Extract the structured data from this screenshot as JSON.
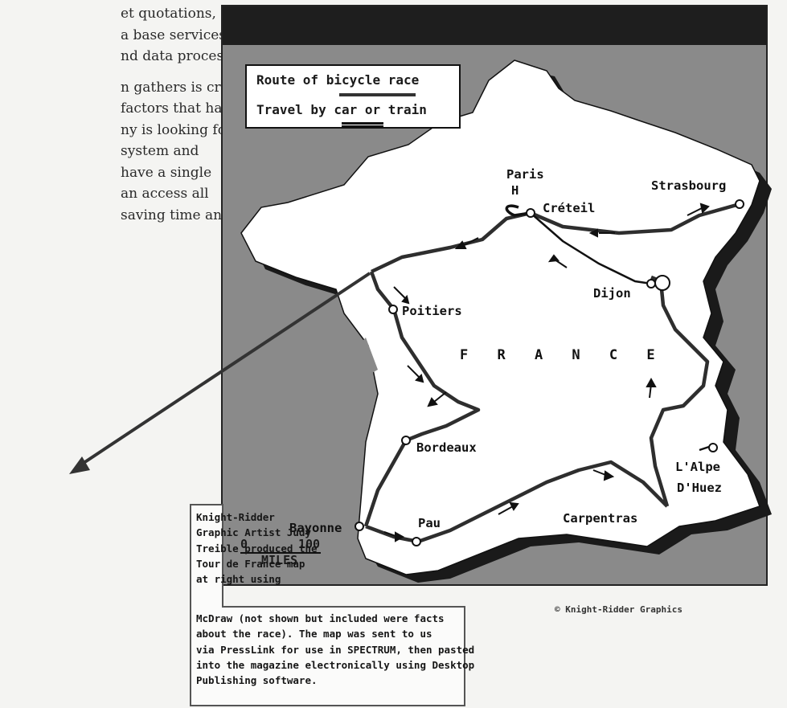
{
  "article": {
    "lines": [
      "et quotations,",
      "a base services,",
      "nd data processing",
      "",
      "n gathers is critical",
      "factors that have",
      "ny is looking for",
      " system and",
      " have a single",
      "an access all",
      " saving time and"
    ]
  },
  "map": {
    "legend": {
      "route_label": "Route of bicycle race",
      "travel_label": "Travel by car or train"
    },
    "country_label": "F R A N C E",
    "cities": {
      "paris": "Paris",
      "paris_marker": "H",
      "creteil": "Créteil",
      "strasbourg": "Strasbourg",
      "dijon": "Dijon",
      "poitiers": "Poitiers",
      "bordeaux": "Bordeaux",
      "alpe": "L'Alpe",
      "huez": "D'Huez",
      "bayonne": "Bayonne",
      "pau": "Pau",
      "carpentras": "Carpentras"
    },
    "scale": {
      "zero": "0",
      "hundred": "100",
      "unit": "MILES"
    },
    "credit": "© Knight-Ridder Graphics"
  },
  "caption": {
    "lines": [
      "Knight-Ridder",
      "Graphic Artist Judy",
      "Treible produced the",
      "Tour de France map",
      "at right using",
      "McDraw (not shown but included were facts",
      "about the race). The map was sent to us",
      "via PressLink for use in SPECTRUM, then pasted",
      "into the magazine electronically using Desktop",
      "Publishing software."
    ]
  }
}
